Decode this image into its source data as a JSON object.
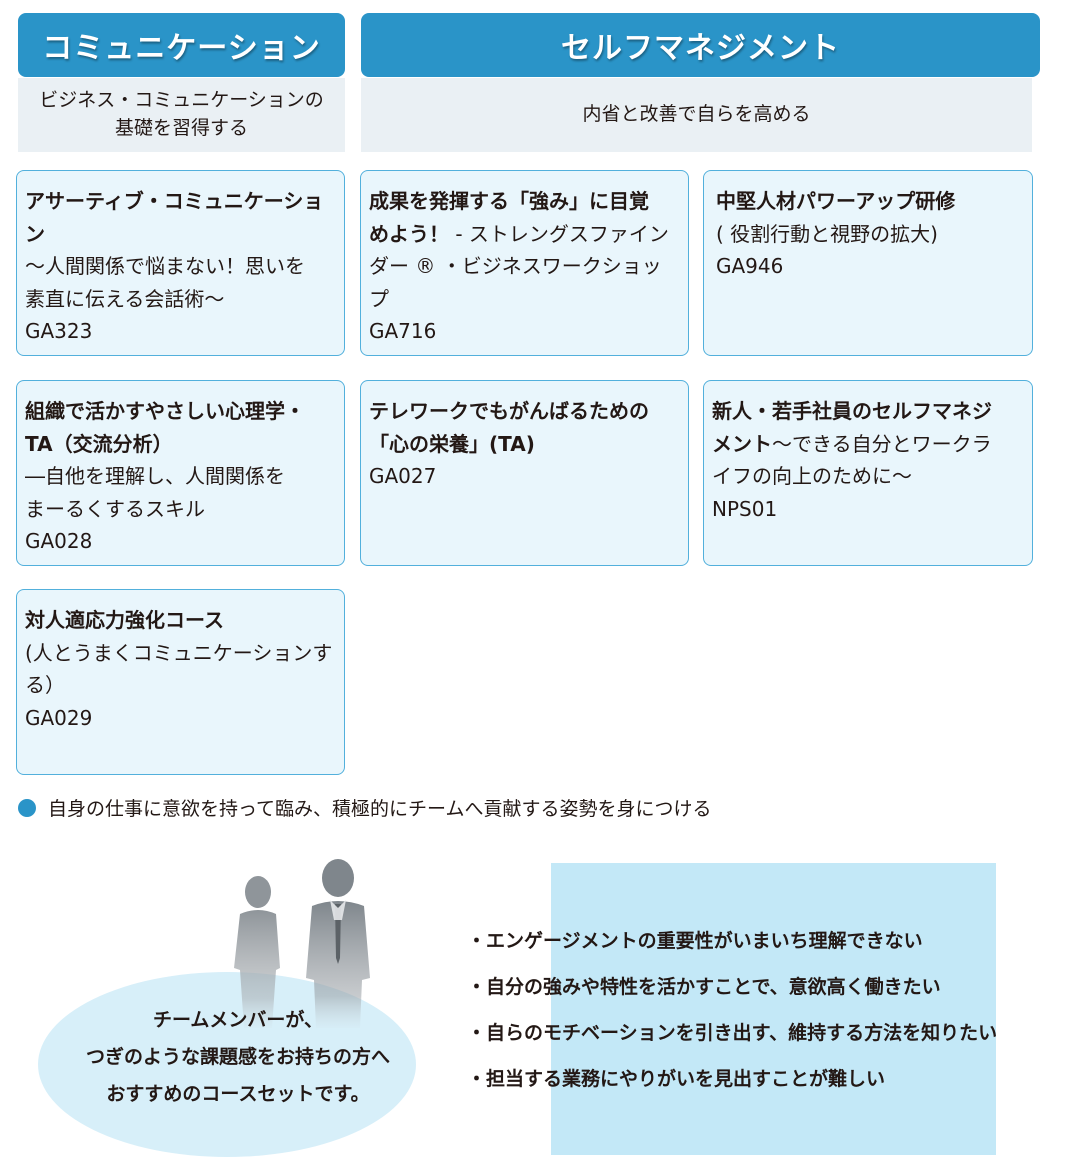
{
  "categories": [
    {
      "title": "コミュニケーション",
      "desc_lines": [
        "ビジネス・コミュニケーションの",
        "基礎を習得する"
      ]
    },
    {
      "title": "セルフマネジメント",
      "desc_lines": [
        "内省と改善で自らを高める"
      ]
    }
  ],
  "courses": [
    {
      "title_lines": [
        "アサーティブ・コミュニケーション"
      ],
      "sub_lines": [
        "〜人間関係で悩まない！思いを",
        "素直に伝える会話術〜"
      ],
      "code": "GA323"
    },
    {
      "title_lines": [
        "成果を発揮する「強み」に目覚",
        "めよう！"
      ],
      "sub_lines": [
        "- ストレングスファイン",
        "ダー ® ・ビジネスワークショップ"
      ],
      "code": "GA716"
    },
    {
      "title_lines": [
        "中堅人材パワーアップ研修"
      ],
      "sub_lines": [
        "( 役割行動と視野の拡大)"
      ],
      "code": "GA946"
    },
    {
      "title_lines": [
        "組織で活かすやさしい心理学・",
        "TA（交流分析）"
      ],
      "sub_lines": [
        "―自他を理解し、人間関係を",
        "まーるくするスキル"
      ],
      "code": "GA028"
    },
    {
      "title_lines": [
        "テレワークでもがんばるための",
        "「心の栄養」(TA)"
      ],
      "sub_lines": [],
      "code": "GA027"
    },
    {
      "title_lines": [
        "新人・若手社員のセルフマネジ",
        "メント"
      ],
      "sub_lines": [
        "〜できる自分とワークラ",
        "イフの向上のために〜"
      ],
      "code": "NPS01"
    },
    {
      "title_lines": [
        "対人適応力強化コース"
      ],
      "sub_lines": [
        "(人とうまくコミュニケーションする）"
      ],
      "code": "GA029"
    }
  ],
  "goal": "自身の仕事に意欲を持って臨み、積極的にチームへ貢献する姿勢を身につける",
  "target": {
    "ellipse_lines": [
      "チームメンバーが、",
      "つぎのような課題感をお持ちの方へ",
      "おすすめのコースセットです。"
    ],
    "bullets": [
      "エンゲージメントの重要性がいまいち理解できない",
      "自分の強みや特性を活かすことで、意欲高く働きたい",
      "自らのモチベーションを引き出す、維持する方法を知りたい",
      "担当する業務にやりがいを見出すことが難しい"
    ]
  },
  "colors": {
    "accent": "#2a94c8",
    "card_bg": "#e9f6fc",
    "card_border": "#52b0dc",
    "desc_bg": "#eaf0f4",
    "panel_bg": "#c3e8f7"
  }
}
